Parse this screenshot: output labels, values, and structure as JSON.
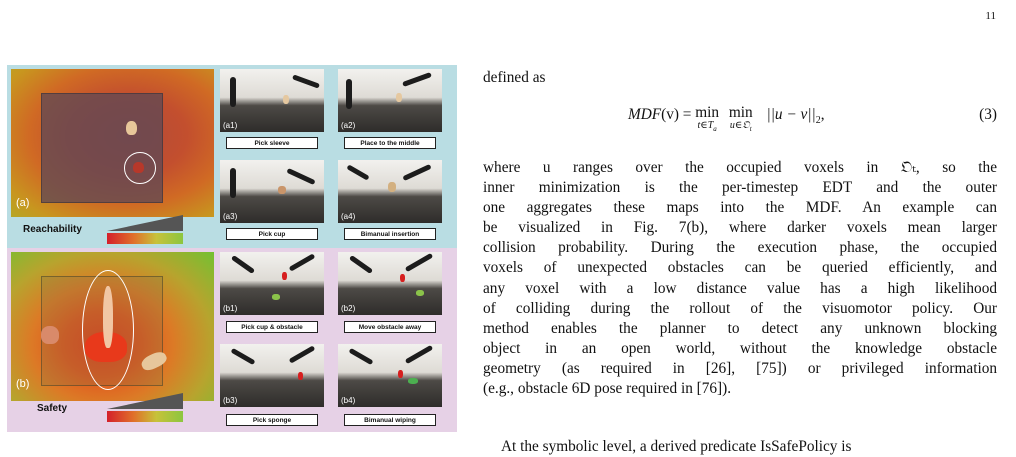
{
  "page_number": "11",
  "figure": {
    "panel_a": {
      "tag": "(a)",
      "legend": "Reachability"
    },
    "panel_b": {
      "tag": "(b)",
      "legend": "Safety"
    },
    "photos": [
      {
        "tag": "(a1)",
        "caption": "Pick sleeve"
      },
      {
        "tag": "(a2)",
        "caption": "Place to the middle"
      },
      {
        "tag": "(a3)",
        "caption": "Pick cup"
      },
      {
        "tag": "(a4)",
        "caption": "Bimanual insertion"
      },
      {
        "tag": "(b1)",
        "caption": "Pick cup & obstacle"
      },
      {
        "tag": "(b2)",
        "caption": "Move obstacle away"
      },
      {
        "tag": "(b3)",
        "caption": "Pick sponge"
      },
      {
        "tag": "(b4)",
        "caption": "Bimanual wiping"
      }
    ]
  },
  "text": {
    "intro": "defined as",
    "equation": {
      "lhs": "MDF",
      "lhs_arg": "(v) = ",
      "min1": "min",
      "sub1": "t∈T",
      "sub1_sub": "a",
      "min2": "min",
      "sub2": "u∈𝔒",
      "sub2_sub": "t",
      "norm": "||u − v||",
      "norm_sub": "2",
      "tail": ",",
      "number": "(3)"
    },
    "paragraph_lines": [
      "where  u  ranges over the occupied voxels in  𝔒ₜ,  so the",
      "inner minimization is the per-timestep EDT and the outer",
      "one aggregates these maps into the MDF. An example can",
      "be visualized in Fig. 7(b), where darker voxels mean larger",
      "collision probability. During the execution phase, the occupied",
      "voxels of unexpected obstacles can be queried efficiently, and",
      "any voxel with a low distance value has a high likelihood",
      "of colliding during the rollout of the visuomotor policy. Our",
      "method enables the planner to detect any unknown blocking",
      "object in an open world, without the knowledge obstacle",
      "geometry (as required in [26], [75]) or privileged information",
      "(e.g., obstacle 6D pose required in [76])."
    ],
    "paragraph2_start": "At the symbolic level, a derived predicate IsSafePolicy is"
  }
}
